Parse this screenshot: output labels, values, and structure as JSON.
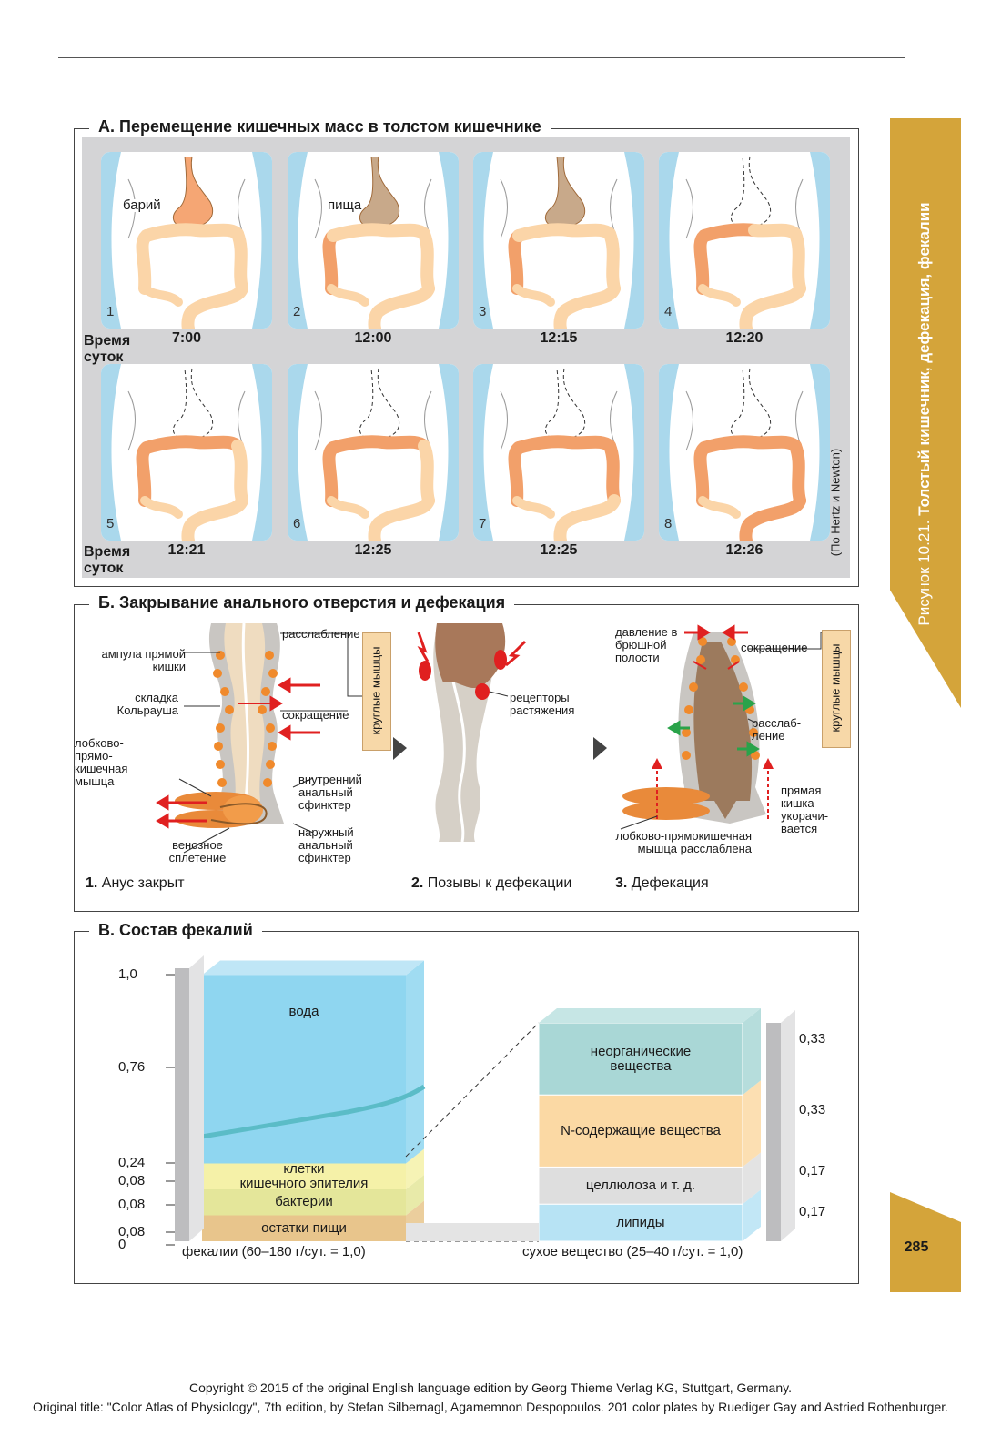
{
  "side": {
    "figure_num": "Рисунок 10.21.",
    "figure_title": "Толстый кишечник, дефекация, фекалии",
    "page": "285"
  },
  "panelA": {
    "title": "А. Перемещение кишечных масс в толстом кишечнике",
    "row_label": "Время суток",
    "credit": "(По Hertz и Newton)",
    "label_barium": "барий",
    "label_food": "пища",
    "times": [
      "7:00",
      "12:00",
      "12:15",
      "12:20",
      "12:21",
      "12:25",
      "12:25",
      "12:26"
    ],
    "nums": [
      "1",
      "2",
      "3",
      "4",
      "5",
      "6",
      "7",
      "8"
    ]
  },
  "panelB": {
    "title": "Б. Закрывание анального отверстия и дефекация",
    "labels": {
      "ampulla": "ампула прямой кишки",
      "kohlrausch": "складка Кольрауша",
      "puborectal": "лобково-прямо-кишечная мышца",
      "venous": "венозное сплетение",
      "relax1": "расслабление",
      "contract1": "сокращение",
      "circular1": "круглые мышцы",
      "internal": "внутренний анальный сфинктер",
      "external": "наружный анальный сфинктер",
      "receptors": "рецепторы растяжения",
      "pressure": "давление в брюшной полости",
      "contract3": "сокращение",
      "relax3": "расслаб-ление",
      "circular3": "круглые мышцы",
      "rectum_short": "прямая кишка укорачи-вается",
      "puborectal_relaxed": "лобково-прямокишечная мышца расслаблена"
    },
    "captions": [
      {
        "n": "1.",
        "t": "Анус закрыт"
      },
      {
        "n": "2.",
        "t": "Позывы к дефекации"
      },
      {
        "n": "3.",
        "t": "Дефекация"
      }
    ]
  },
  "panelC": {
    "title": "В. Состав фекалий",
    "left_caption": "фекалии (60–180 г/сут. = 1,0)",
    "right_caption": "сухое вещество (25–40 г/сут. = 1,0)",
    "left_ticks": [
      "1,0",
      "0,76",
      "0,24",
      "0,08",
      "0,08",
      "0,08",
      "0"
    ],
    "right_ticks": [
      "0,33",
      "0,33",
      "0,17",
      "0,17"
    ]
  },
  "chart_data": [
    {
      "type": "bar",
      "title": "",
      "stacked": true,
      "categories": [
        "фекалии (60–180 г/сут. = 1,0)"
      ],
      "series": [
        {
          "name": "остатки пищи",
          "values": [
            0.08
          ],
          "color": "#e8c58c"
        },
        {
          "name": "бактерии",
          "values": [
            0.08
          ],
          "color": "#e4e69a"
        },
        {
          "name": "клетки кишечного эпителия",
          "values": [
            0.08
          ],
          "color": "#f5f1a8"
        },
        {
          "name": "вода",
          "values": [
            0.76
          ],
          "color": "#8fd6f0"
        }
      ],
      "ylim": [
        0,
        1.0
      ]
    },
    {
      "type": "bar",
      "title": "",
      "stacked": true,
      "categories": [
        "сухое вещество (25–40 г/сут. = 1,0)"
      ],
      "series": [
        {
          "name": "липиды",
          "values": [
            0.17
          ],
          "color": "#b7e3f4"
        },
        {
          "name": "целлюлоза и т. д.",
          "values": [
            0.17
          ],
          "color": "#dedede"
        },
        {
          "name": "N-содержащие вещества",
          "values": [
            0.33
          ],
          "color": "#fbd9a4"
        },
        {
          "name": "неорганические вещества",
          "values": [
            0.33
          ],
          "color": "#a9d7d6"
        }
      ],
      "ylim": [
        0,
        1.0
      ]
    }
  ],
  "copyright": [
    "Copyright © 2015 of the original English language edition by Georg Thieme Verlag KG, Stuttgart, Germany.",
    "Original title: \"Color Atlas of Physiology\", 7th edition, by Stefan Silbernagl, Agamemnon Despopoulos. 201 color plates by Ruediger Gay and Astried Rothenburger."
  ]
}
